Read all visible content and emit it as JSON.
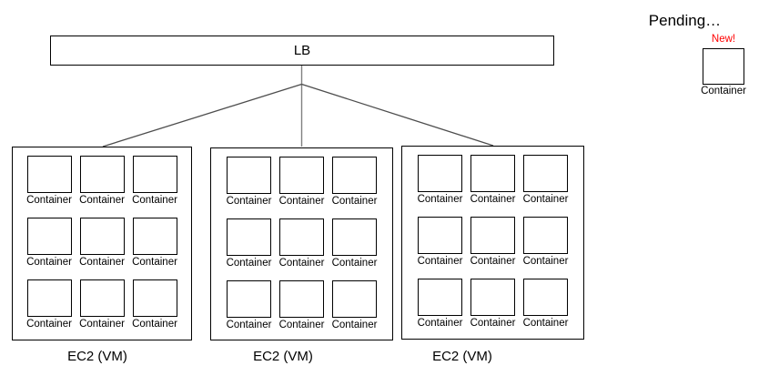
{
  "colors": {
    "background": "#ffffff",
    "shape_border": "#000000",
    "connector_line": "#4d4d4d",
    "stem_line": "#808080",
    "text": "#000000",
    "new_badge_red": "#ff0000"
  },
  "lb": {
    "label": "LB"
  },
  "vms": [
    {
      "label": "EC2 (VM)",
      "containers": [
        "Container",
        "Container",
        "Container",
        "Container",
        "Container",
        "Container",
        "Container",
        "Container",
        "Container"
      ]
    },
    {
      "label": "EC2 (VM)",
      "containers": [
        "Container",
        "Container",
        "Container",
        "Container",
        "Container",
        "Container",
        "Container",
        "Container",
        "Container"
      ]
    },
    {
      "label": "EC2 (VM)",
      "containers": [
        "Container",
        "Container",
        "Container",
        "Container",
        "Container",
        "Container",
        "Container",
        "Container",
        "Container"
      ]
    }
  ],
  "pending": {
    "title": "Pending…",
    "badge": "New!",
    "container_label": "Container"
  }
}
